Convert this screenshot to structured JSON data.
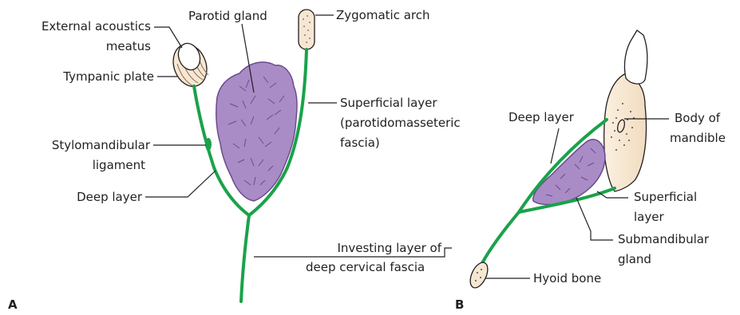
{
  "panel_a": {
    "letter": "A",
    "labels": {
      "external_acoustic_line1": "External acoustics",
      "external_acoustic_line2": "meatus",
      "tympanic_plate": "Tympanic plate",
      "parotid_gland": "Parotid gland",
      "zygomatic_arch": "Zygomatic arch",
      "superficial_line1": "Superficial layer",
      "superficial_line2": "(parotidomasseteric",
      "superficial_line3": "fascia)",
      "stylomandibular_line1": "Stylomandibular",
      "stylomandibular_line2": "ligament",
      "deep_layer": "Deep layer",
      "investing_line1": "Investing layer of",
      "investing_line2": "deep cervical fascia"
    }
  },
  "panel_b": {
    "letter": "B",
    "labels": {
      "deep_layer": "Deep layer",
      "body_mandible_line1": "Body of",
      "body_mandible_line2": "mandible",
      "superficial_line1": "Superficial",
      "superficial_line2": "layer",
      "submandibular_line1": "Submandibular",
      "submandibular_line2": "gland",
      "hyoid_bone": "Hyoid bone"
    }
  },
  "colors": {
    "fascia": "#1aa24a",
    "gland_fill": "#a98bc6",
    "gland_lines": "#6b4c8e",
    "bone_fill": "#f6e7d3",
    "outline": "#231f20"
  }
}
